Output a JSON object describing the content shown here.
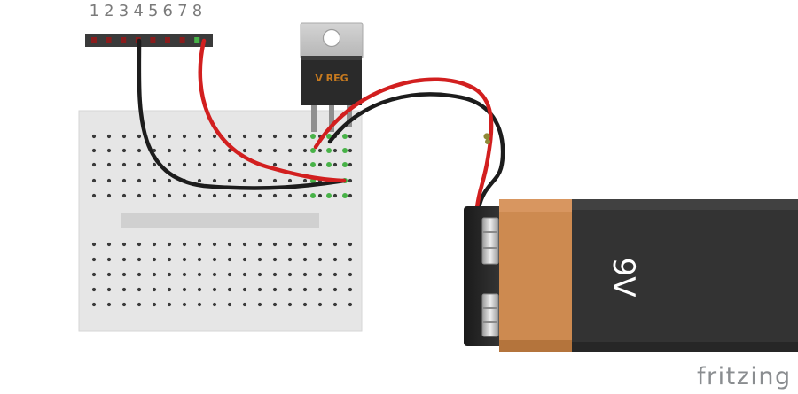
{
  "header": {
    "pin_numbers": [
      "1",
      "2",
      "3",
      "4",
      "5",
      "6",
      "7",
      "8"
    ]
  },
  "regulator": {
    "label": "V REG"
  },
  "battery": {
    "label": "9V"
  },
  "footer": {
    "brand": "fritzing"
  },
  "colors": {
    "wire_red": "#d21f1f",
    "wire_black": "#1f1f1f",
    "breadboard": "#e6e6e6",
    "battery_body": "#333333",
    "battery_copper": "#cd8a50",
    "connector_green": "#47b247"
  }
}
